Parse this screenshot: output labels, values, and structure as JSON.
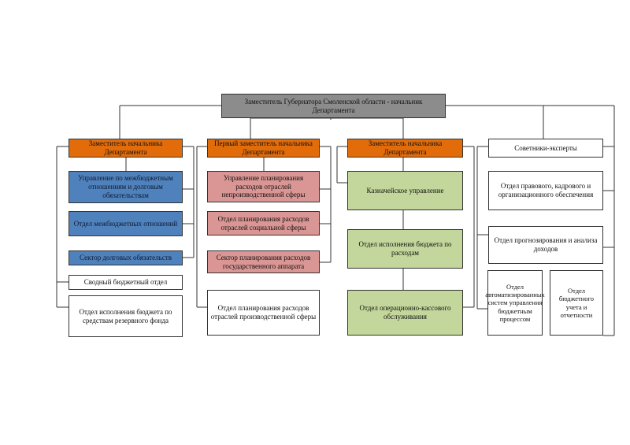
{
  "top": {
    "label": "Заместитель Губернатора Смоленской области - начальник Департамента"
  },
  "col1": {
    "head": "Заместитель начальника Департамента",
    "items": [
      "Управление по межбюджетным отношениям и долговым обязательствам",
      "Отдел межбюджетных отношений",
      "Сектор долговых обязательств",
      "Сводный бюджетный отдел",
      "Отдел исполнения бюджета  по средствам резервного  фонда"
    ]
  },
  "col2": {
    "head": "Первый заместитель начальника Департамента",
    "items": [
      "Управление планирования расходов отраслей непроизводственной сферы",
      "Отдел планирования расходов отраслей социальной сферы",
      "Сектор планирования расходов государственного аппарата",
      "Отдел планирования расходов отраслей производственной сферы"
    ]
  },
  "col3": {
    "head": "Заместитель начальника Департамента",
    "items": [
      "Казначейское управление",
      "Отдел исполнения бюджета по расходам",
      "Отдел операционно-кассового обслуживания"
    ]
  },
  "col4": {
    "head": "Советники-эксперты",
    "items": [
      "Отдел правового, кадрового и организационного обеспечения",
      "Отдел прогнозирования и анализа доходов",
      "Отдел автоматизированных систем управления бюджетным процессом",
      "Отдел бюджетного учета и отчетности"
    ]
  },
  "colors": {
    "top": "#8c8c8c",
    "orange": "#e26b0a",
    "blue": "#4f81bd",
    "pink": "#da9694",
    "green": "#c3d69b",
    "line": "#333333"
  }
}
